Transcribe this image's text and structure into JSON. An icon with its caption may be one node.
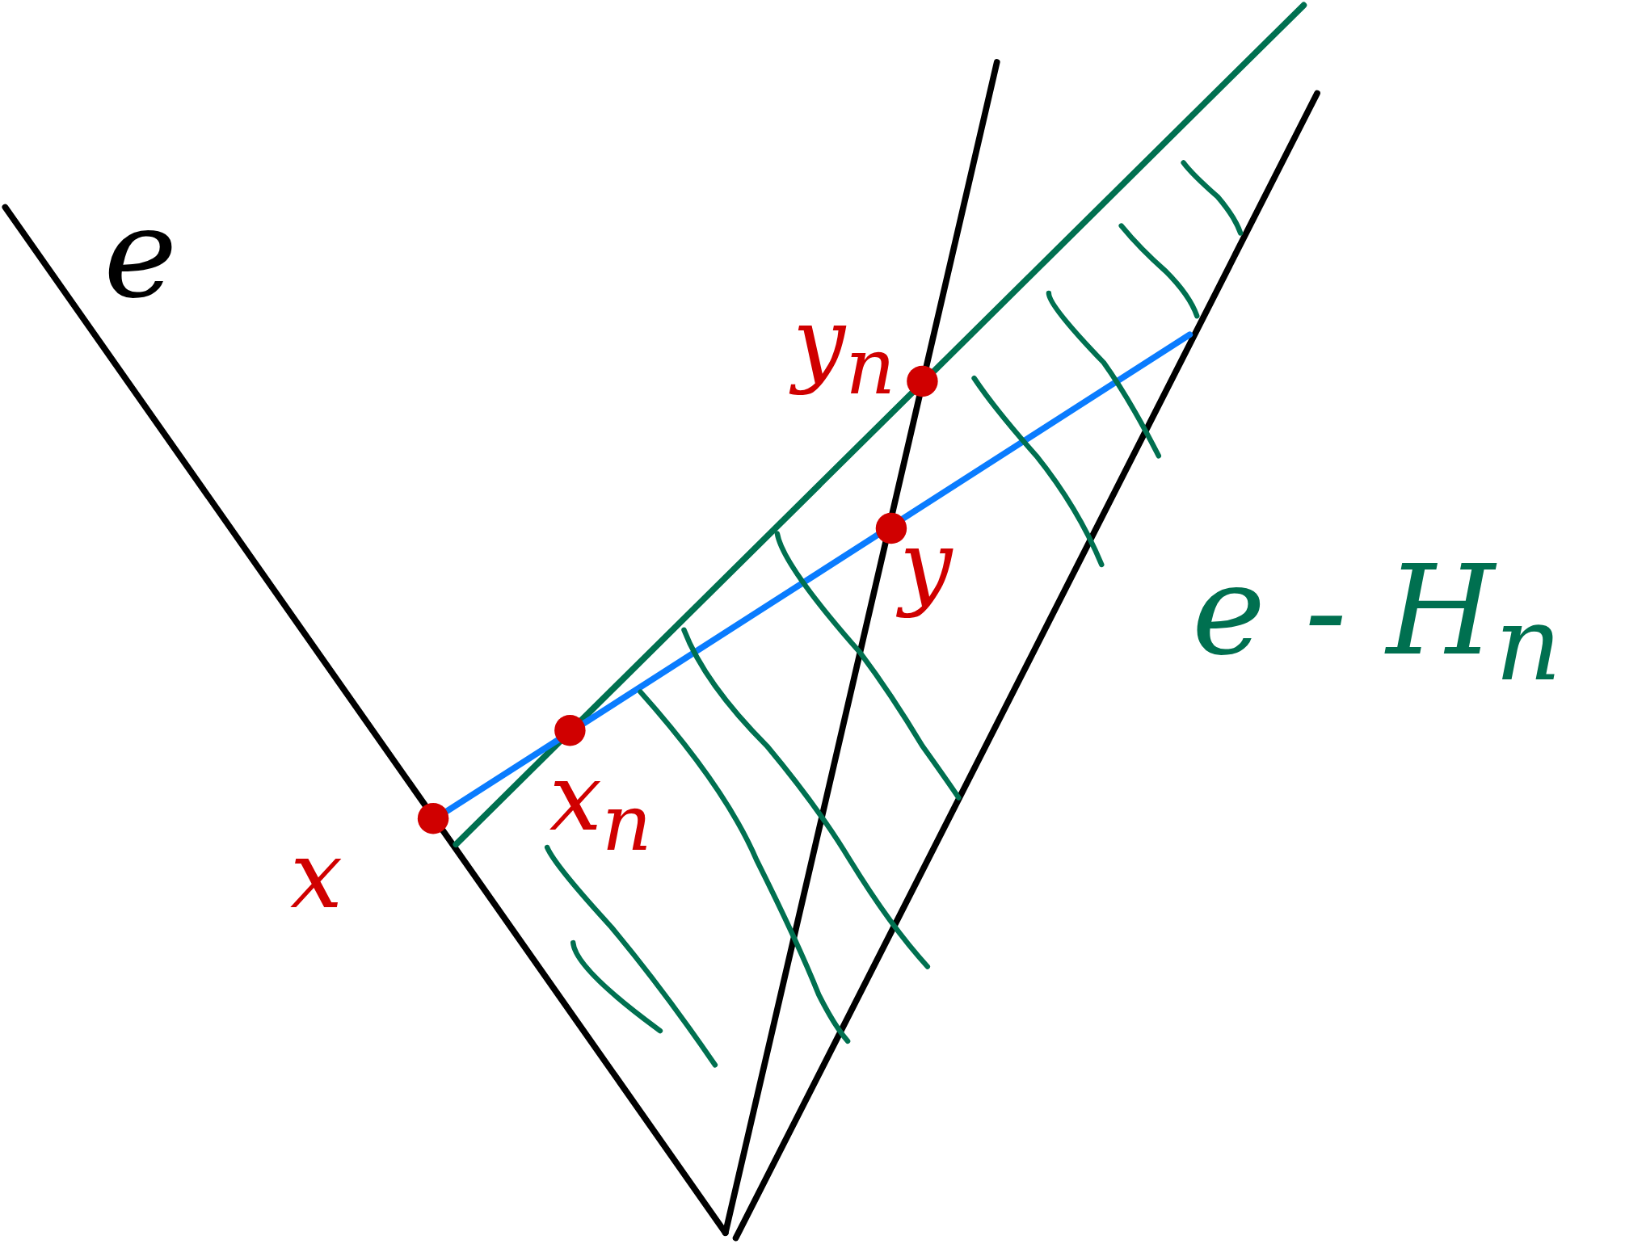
{
  "diagram": {
    "labels": [
      "e",
      "y$_{n}$",
      "y",
      "e - H$_{n}$",
      "x$_{n}$",
      "x"
    ]
  }
}
